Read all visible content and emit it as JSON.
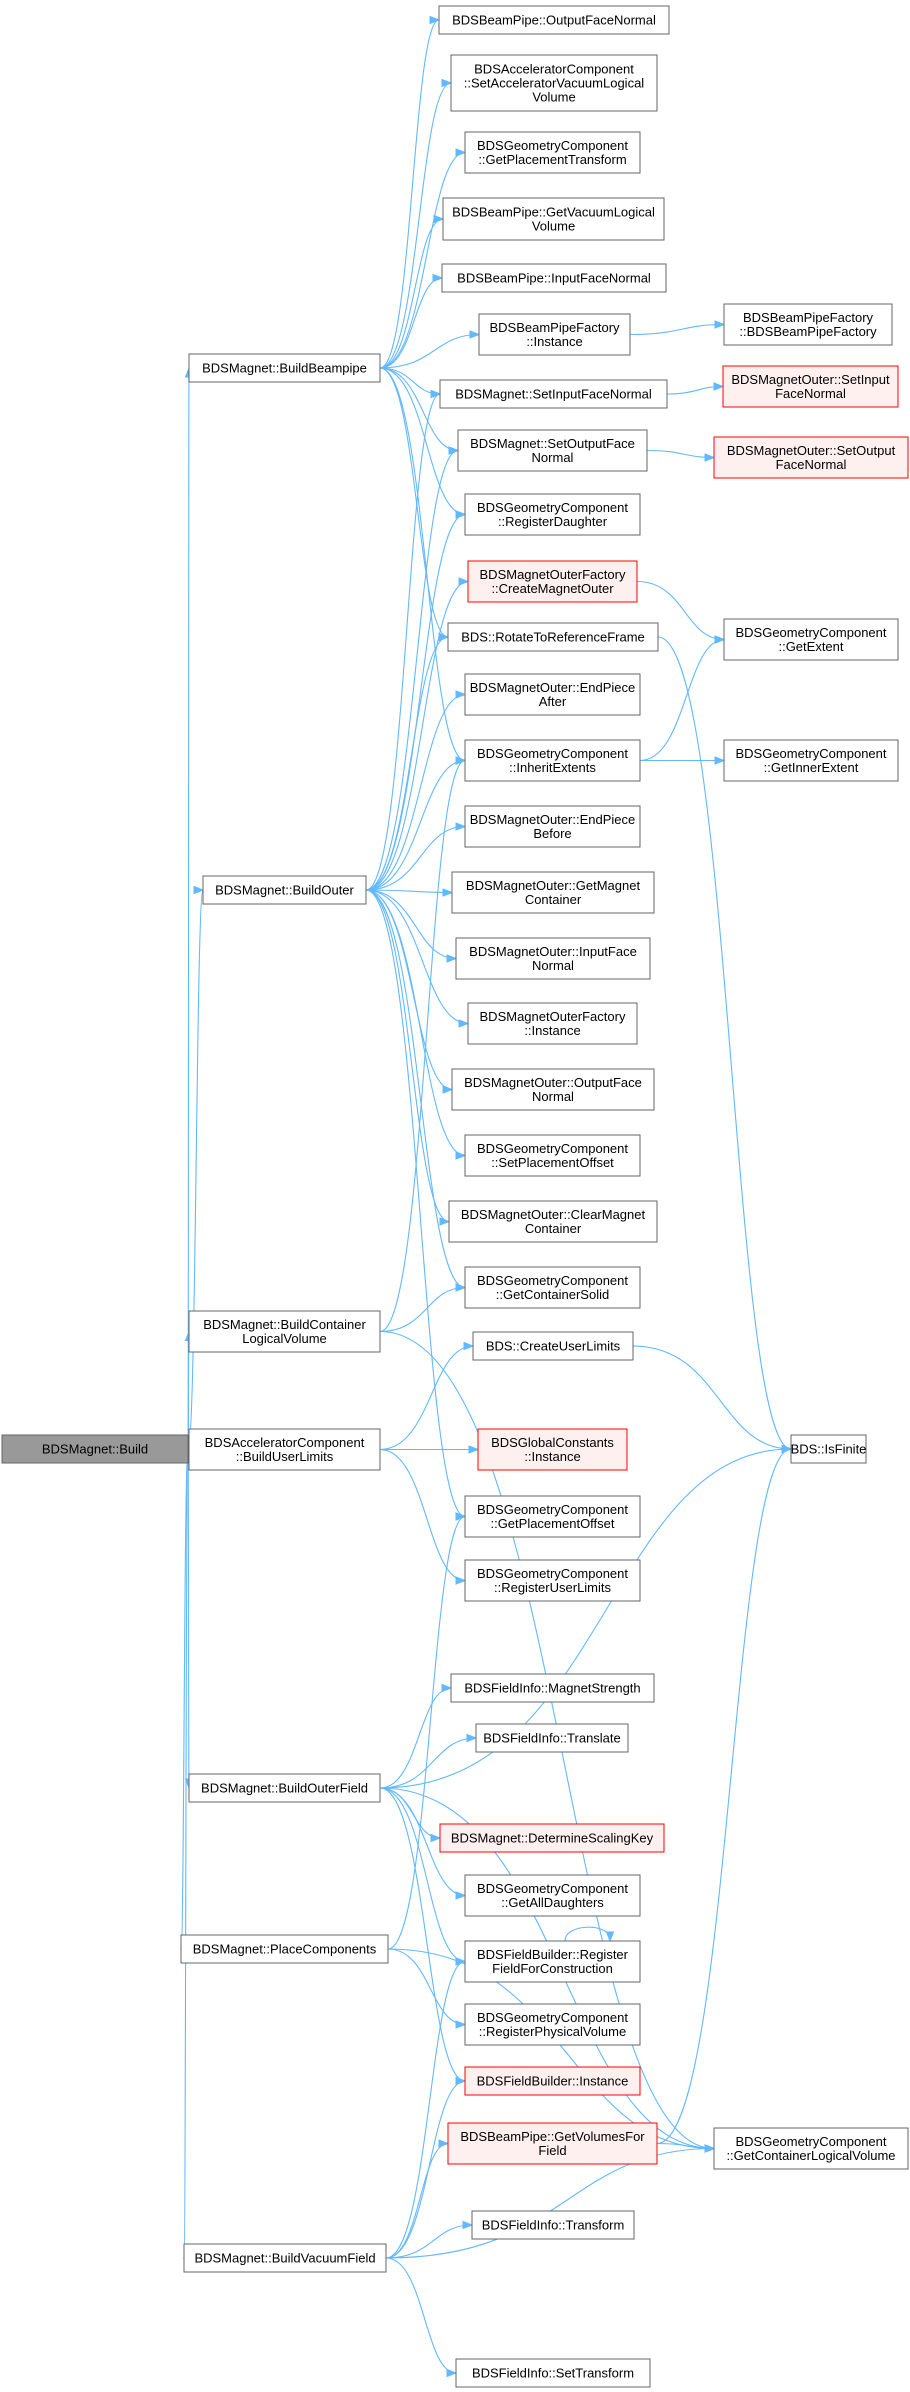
{
  "colors": {
    "edge": "#63b8ff",
    "node_border": "#666666",
    "node_fill": "#ffffff",
    "root_fill": "#999999",
    "root_border": "#666666",
    "truncated_fill": "#fff0f0",
    "truncated_border": "#ff0000"
  },
  "nodes": [
    {
      "id": "build",
      "lines": [
        "BDSMagnet::Build"
      ],
      "style": "root"
    },
    {
      "id": "buildBeampipe",
      "lines": [
        "BDSMagnet::BuildBeampipe"
      ],
      "style": "normal"
    },
    {
      "id": "buildOuter",
      "lines": [
        "BDSMagnet::BuildOuter"
      ],
      "style": "normal"
    },
    {
      "id": "buildContainer",
      "lines": [
        "BDSMagnet::BuildContainer",
        "LogicalVolume"
      ],
      "style": "normal"
    },
    {
      "id": "buildUserLimits",
      "lines": [
        "BDSAcceleratorComponent",
        "::BuildUserLimits"
      ],
      "style": "normal"
    },
    {
      "id": "buildOuterField",
      "lines": [
        "BDSMagnet::BuildOuterField"
      ],
      "style": "normal"
    },
    {
      "id": "placeComponents",
      "lines": [
        "BDSMagnet::PlaceComponents"
      ],
      "style": "normal"
    },
    {
      "id": "buildVacuumField",
      "lines": [
        "BDSMagnet::BuildVacuumField"
      ],
      "style": "normal"
    },
    {
      "id": "bpOutputFaceNormal",
      "lines": [
        "BDSBeamPipe::OutputFaceNormal"
      ],
      "style": "normal"
    },
    {
      "id": "setAccVacuum",
      "lines": [
        "BDSAcceleratorComponent",
        "::SetAcceleratorVacuumLogical",
        "Volume"
      ],
      "style": "normal"
    },
    {
      "id": "getPlacementTransform",
      "lines": [
        "BDSGeometryComponent",
        "::GetPlacementTransform"
      ],
      "style": "normal"
    },
    {
      "id": "bpGetVacuumLogical",
      "lines": [
        "BDSBeamPipe::GetVacuumLogical",
        "Volume"
      ],
      "style": "normal"
    },
    {
      "id": "bpInputFaceNormal",
      "lines": [
        "BDSBeamPipe::InputFaceNormal"
      ],
      "style": "normal"
    },
    {
      "id": "bpFactoryInstance",
      "lines": [
        "BDSBeamPipeFactory",
        "::Instance"
      ],
      "style": "normal"
    },
    {
      "id": "bpFactoryCtor",
      "lines": [
        "BDSBeamPipeFactory",
        "::BDSBeamPipeFactory"
      ],
      "style": "normal"
    },
    {
      "id": "magSetInputFaceNormal",
      "lines": [
        "BDSMagnet::SetInputFaceNormal"
      ],
      "style": "normal"
    },
    {
      "id": "outerSetInputFaceNormal",
      "lines": [
        "BDSMagnetOuter::SetInput",
        "FaceNormal"
      ],
      "style": "truncated"
    },
    {
      "id": "magSetOutputFace",
      "lines": [
        "BDSMagnet::SetOutputFace",
        "Normal"
      ],
      "style": "normal"
    },
    {
      "id": "outerSetOutputFaceNormal",
      "lines": [
        "BDSMagnetOuter::SetOutput",
        "FaceNormal"
      ],
      "style": "truncated"
    },
    {
      "id": "registerDaughter",
      "lines": [
        "BDSGeometryComponent",
        "::RegisterDaughter"
      ],
      "style": "normal"
    },
    {
      "id": "createMagnetOuter",
      "lines": [
        "BDSMagnetOuterFactory",
        "::CreateMagnetOuter"
      ],
      "style": "truncated"
    },
    {
      "id": "rotateToRef",
      "lines": [
        "BDS::RotateToReferenceFrame"
      ],
      "style": "normal"
    },
    {
      "id": "getExtent",
      "lines": [
        "BDSGeometryComponent",
        "::GetExtent"
      ],
      "style": "normal"
    },
    {
      "id": "endPieceAfter",
      "lines": [
        "BDSMagnetOuter::EndPiece",
        "After"
      ],
      "style": "normal"
    },
    {
      "id": "inheritExtents",
      "lines": [
        "BDSGeometryComponent",
        "::InheritExtents"
      ],
      "style": "normal"
    },
    {
      "id": "getInnerExtent",
      "lines": [
        "BDSGeometryComponent",
        "::GetInnerExtent"
      ],
      "style": "normal"
    },
    {
      "id": "endPieceBefore",
      "lines": [
        "BDSMagnetOuter::EndPiece",
        "Before"
      ],
      "style": "normal"
    },
    {
      "id": "getMagnetContainer",
      "lines": [
        "BDSMagnetOuter::GetMagnet",
        "Container"
      ],
      "style": "normal"
    },
    {
      "id": "outerInputFaceNormal",
      "lines": [
        "BDSMagnetOuter::InputFace",
        "Normal"
      ],
      "style": "normal"
    },
    {
      "id": "outerFactoryInstance",
      "lines": [
        "BDSMagnetOuterFactory",
        "::Instance"
      ],
      "style": "normal"
    },
    {
      "id": "outerOutputFaceNormal",
      "lines": [
        "BDSMagnetOuter::OutputFace",
        "Normal"
      ],
      "style": "normal"
    },
    {
      "id": "setPlacementOffset",
      "lines": [
        "BDSGeometryComponent",
        "::SetPlacementOffset"
      ],
      "style": "normal"
    },
    {
      "id": "clearMagnetContainer",
      "lines": [
        "BDSMagnetOuter::ClearMagnet",
        "Container"
      ],
      "style": "normal"
    },
    {
      "id": "getContainerSolid",
      "lines": [
        "BDSGeometryComponent",
        "::GetContainerSolid"
      ],
      "style": "normal"
    },
    {
      "id": "createUserLimits",
      "lines": [
        "BDS::CreateUserLimits"
      ],
      "style": "normal"
    },
    {
      "id": "globalConstantsInstance",
      "lines": [
        "BDSGlobalConstants",
        "::Instance"
      ],
      "style": "truncated"
    },
    {
      "id": "isFinite",
      "lines": [
        "BDS::IsFinite"
      ],
      "style": "normal"
    },
    {
      "id": "getPlacementOffset",
      "lines": [
        "BDSGeometryComponent",
        "::GetPlacementOffset"
      ],
      "style": "normal"
    },
    {
      "id": "registerUserLimits",
      "lines": [
        "BDSGeometryComponent",
        "::RegisterUserLimits"
      ],
      "style": "normal"
    },
    {
      "id": "magnetStrength",
      "lines": [
        "BDSFieldInfo::MagnetStrength"
      ],
      "style": "normal"
    },
    {
      "id": "fieldTranslate",
      "lines": [
        "BDSFieldInfo::Translate"
      ],
      "style": "normal"
    },
    {
      "id": "determineScalingKey",
      "lines": [
        "BDSMagnet::DetermineScalingKey"
      ],
      "style": "truncated"
    },
    {
      "id": "getAllDaughters",
      "lines": [
        "BDSGeometryComponent",
        "::GetAllDaughters"
      ],
      "style": "normal"
    },
    {
      "id": "registerFieldForConstruction",
      "lines": [
        "BDSFieldBuilder::Register",
        "FieldForConstruction"
      ],
      "style": "normal"
    },
    {
      "id": "registerPhysicalVolume",
      "lines": [
        "BDSGeometryComponent",
        "::RegisterPhysicalVolume"
      ],
      "style": "normal"
    },
    {
      "id": "fieldBuilderInstance",
      "lines": [
        "BDSFieldBuilder::Instance"
      ],
      "style": "truncated"
    },
    {
      "id": "bpGetVolumesForField",
      "lines": [
        "BDSBeamPipe::GetVolumesFor",
        "Field"
      ],
      "style": "truncated"
    },
    {
      "id": "getContainerLogicalVolume",
      "lines": [
        "BDSGeometryComponent",
        "::GetContainerLogicalVolume"
      ],
      "style": "normal"
    },
    {
      "id": "fieldTransform",
      "lines": [
        "BDSFieldInfo::Transform"
      ],
      "style": "normal"
    },
    {
      "id": "fieldSetTransform",
      "lines": [
        "BDSFieldInfo::SetTransform"
      ],
      "style": "normal"
    }
  ]
}
